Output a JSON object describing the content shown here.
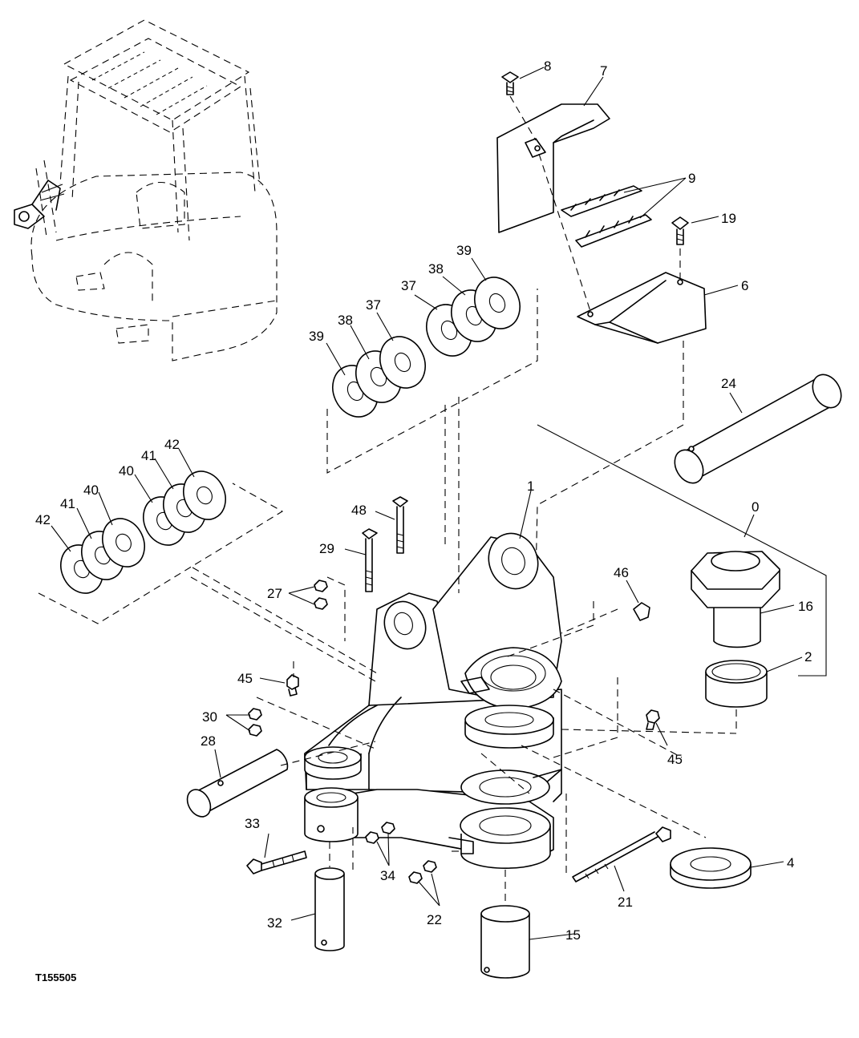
{
  "figure_id": "T155505",
  "callouts": {
    "c0": "0",
    "c1": "1",
    "c2": "2",
    "c4": "4",
    "c6": "6",
    "c7": "7",
    "c8": "8",
    "c9": "9",
    "c15": "15",
    "c16": "16",
    "c19": "19",
    "c21": "21",
    "c22": "22",
    "c24": "24",
    "c27": "27",
    "c28": "28",
    "c29": "29",
    "c30": "30",
    "c32": "32",
    "c33": "33",
    "c34": "34",
    "c37a": "37",
    "c37b": "37",
    "c38a": "38",
    "c38b": "38",
    "c39a": "39",
    "c39b": "39",
    "c40a": "40",
    "c40b": "40",
    "c41a": "41",
    "c41b": "41",
    "c42a": "42",
    "c42b": "42",
    "c45a": "45",
    "c45b": "45",
    "c46": "46",
    "c48": "48"
  }
}
